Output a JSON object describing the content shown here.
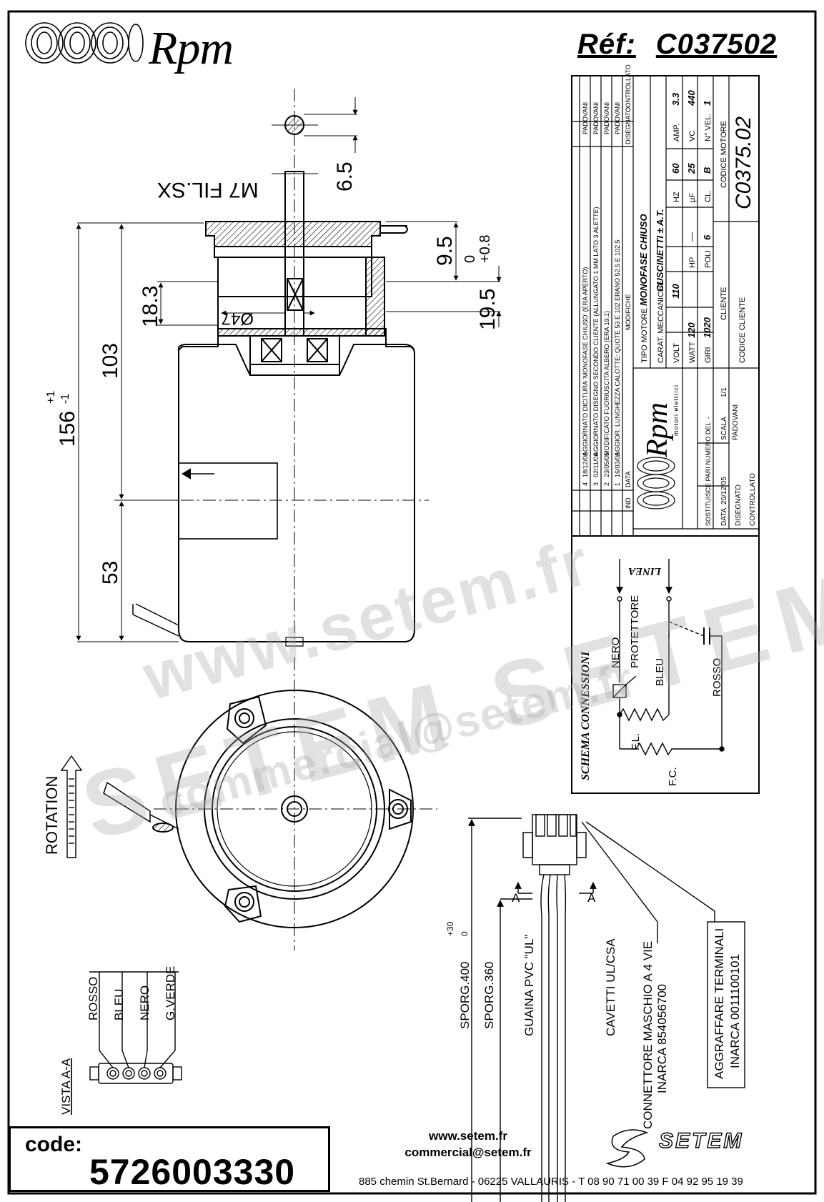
{
  "header": {
    "logo_text": "Rpm",
    "ref_label": "Réf:",
    "ref_value": "C037502"
  },
  "drawing": {
    "shaft_label": "M7 FIL.SX",
    "dim_shaft_flat": "6.5",
    "dim_diameter": "Ø47",
    "dim_flange_height": "18.3",
    "dim_overall_length": "156",
    "dim_overall_tol_plus": "+1",
    "dim_overall_tol_minus": "-1",
    "dim_body_length": "103",
    "dim_lower_length": "53",
    "dim_offset_a": "9.5",
    "dim_offset_b": "19.5",
    "dim_offset_tol_top": "0",
    "dim_offset_tol_bottom": "+0.8",
    "rotation_label": "ROTATION"
  },
  "title_block": {
    "revisions": [
      {
        "ind": "4",
        "date": "18/12/06",
        "text": "AGGIORNATO DICITURA 'MONOFASE CHIUSO' (ERA APERTO)",
        "by": "PADOVANI"
      },
      {
        "ind": "3",
        "date": "02/11/06",
        "text": "AGGIORNATO DISEGNO SECONDO CLIENTE (ALLUNGATO 1 MM LATO 3 ALETTE)",
        "by": "PADOVANI"
      },
      {
        "ind": "2",
        "date": "23/05/06",
        "text": "MODIFICATO FUORIUSCITA ALBERO (ERA 19.1)",
        "by": "PADOVANI"
      },
      {
        "ind": "1",
        "date": "16/03/06",
        "text": "AGGIOR. LUNGHEZZA CALOTTE: QUOTE 53 E 102 ERANO 52.5 E 102.5",
        "by": "PADOVANI"
      }
    ],
    "rev_header": {
      "ind": "IND",
      "date": "DATA",
      "mods": "MODIFICHE",
      "drawn": "DISEGNATO",
      "checked": "CONTROLLATO"
    },
    "motor_type_label": "TIPO MOTORE",
    "motor_type": "MONOFASE CHIUSO",
    "mech_label": "CARAT. MECCANICHE",
    "mech_value": "CUSCINETTI ± A.T.",
    "specs": [
      {
        "label": "VOLT",
        "value": "110"
      },
      {
        "label": "HZ",
        "value": "60"
      },
      {
        "label": "AMP.",
        "value": "3.3"
      },
      {
        "label": "WATT",
        "value": "120"
      },
      {
        "label": "HP",
        "value": "—"
      },
      {
        "label": "µF",
        "value": "25"
      },
      {
        "label": "VC",
        "value": "440"
      },
      {
        "label": "GIRI",
        "value": "1020"
      },
      {
        "label": "POLI",
        "value": "6"
      },
      {
        "label": "CL.",
        "value": "B"
      },
      {
        "label": "N° VEL.",
        "value": "1"
      }
    ],
    "client_label": "CLIENTE",
    "client_code_label": "CODICE CLIENTE",
    "motor_code_label": "CODICE MOTORE",
    "motor_code": "C0375.02",
    "replaces_label": "SOSTITUISCE PARI NUMERO DEL",
    "replaces_value": "-",
    "date_label": "DATA",
    "date_value": "20/12/05",
    "scale_label": "SCALA",
    "scale_value": "1/1",
    "drawn_by_label": "DISEGNATO",
    "drawn_by": "PADOVANI",
    "checked_label": "CONTROLLATO",
    "company_name": "Rpm",
    "company_sub": "motori elettrici"
  },
  "schematic": {
    "title": "SCHEMA CONNESSIONI",
    "linea": "LINEA",
    "nero": "NERO",
    "protettore": "PROTETTORE",
    "bleu": "BLEU",
    "rosso": "ROSSO",
    "fl": "F.L.",
    "fc": "F.C."
  },
  "connector": {
    "view_label": "VISTA A-A",
    "wires": [
      "ROSSO",
      "BLEU",
      "NERO",
      "G.VERDE"
    ],
    "section_mark": "A",
    "sporg_400": "SPORG.400",
    "sporg_400_tol_top": "+30",
    "sporg_400_tol_bottom": "0",
    "sporg_360": "SPORG.360",
    "guaina": "GUAINA PVC \"UL\"",
    "cavetti": "CAVETTI UL/CSA",
    "connettore_1": "CONNETTORE MASCHIO A 4 VIE",
    "connettore_2": "INARCA 854056700",
    "aggraffare_1": "AGGRAFFARE TERMINALI",
    "aggraffare_2": "INARCA 0011100101"
  },
  "footer": {
    "code_label": "code:",
    "code_value": "5726003330",
    "web": "www.setem.fr",
    "email": "commercial@setem.fr",
    "address": "885 chemin St.Bernard  -  06225 VALLAURIS  -  T 08 90 71 00 39   F 04 92 95 19 39",
    "setem_logo": "SETEM"
  },
  "watermark": {
    "line1": "www.setem.fr",
    "line2": "SETEM SETEM",
    "line3": "commercial@setem.fr"
  }
}
